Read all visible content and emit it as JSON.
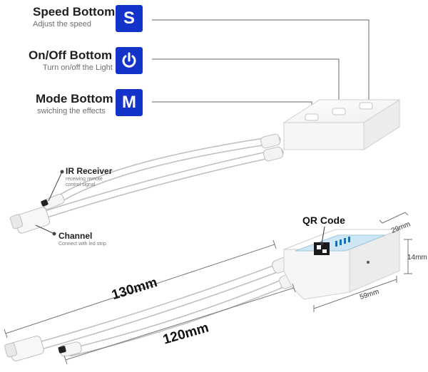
{
  "buttons": [
    {
      "title": "Speed Bottom",
      "subtitle": "Adjust the speed",
      "badge": "S"
    },
    {
      "title": "On/Off Bottom",
      "subtitle": "Turn on/off the Light",
      "badge": "power-icon"
    },
    {
      "title": "Mode Bottom",
      "subtitle": "swiching the effects",
      "badge": "M"
    }
  ],
  "ir_receiver": {
    "title": "IR Receiver",
    "subtitle_line1": "receiving remote",
    "subtitle_line2": "control signal"
  },
  "channel": {
    "title": "Channel",
    "subtitle": "Connect with led strip"
  },
  "qr": {
    "title": "QR Code"
  },
  "dimensions": {
    "depth": "29mm",
    "height": "14mm",
    "width": "59mm",
    "cable_long": "130mm",
    "cable_short": "120mm"
  },
  "colors": {
    "badge": "#1433c8",
    "lines": "#666666"
  }
}
